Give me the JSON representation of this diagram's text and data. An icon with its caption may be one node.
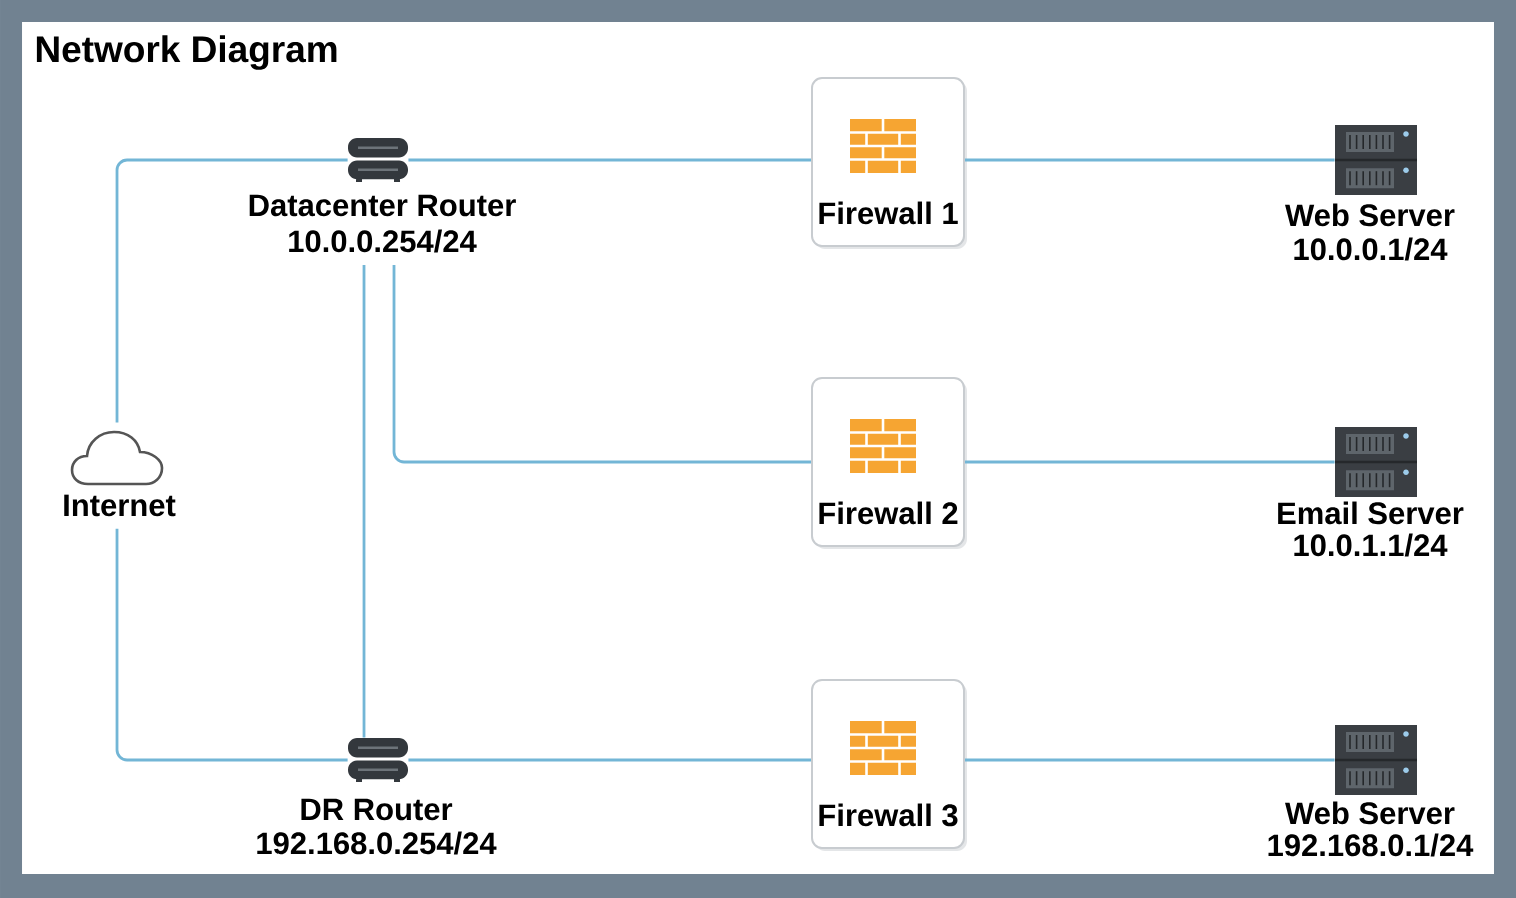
{
  "diagram": {
    "title": "Network Diagram",
    "nodes": [
      {
        "text": [
          "Datacenter Router",
          "10.0.0.254/24"
        ]
      },
      {
        "text": [
          "Firewall 1"
        ]
      },
      {
        "text": [
          "Web Server",
          "10.0.0.1/24"
        ]
      },
      {
        "text": [
          "Internet"
        ]
      },
      {
        "text": [
          "Firewall 2"
        ]
      },
      {
        "text": [
          "Email Server",
          "10.0.1.1/24"
        ]
      },
      {
        "text": [
          "DR Router",
          "192.168.0.254/24"
        ]
      },
      {
        "text": [
          "Firewall 3"
        ]
      },
      {
        "text": [
          "Web Server",
          "192.168.0.1/24"
        ]
      }
    ],
    "edges": [
      {
        "from": 3,
        "to": 0,
        "arrow": "none"
      },
      {
        "from": 3,
        "to": 6,
        "arrow": "none"
      },
      {
        "from": 0,
        "to": 1,
        "arrow": "none"
      },
      {
        "from": 0,
        "to": 4,
        "arrow": "none"
      },
      {
        "from": 0,
        "to": 6,
        "arrow": "none"
      },
      {
        "from": 6,
        "to": 7,
        "arrow": "none"
      },
      {
        "from": 1,
        "to": 2,
        "arrow": "none"
      },
      {
        "from": 4,
        "to": 5,
        "arrow": "none"
      },
      {
        "from": 7,
        "to": 8,
        "arrow": "none"
      }
    ]
  }
}
